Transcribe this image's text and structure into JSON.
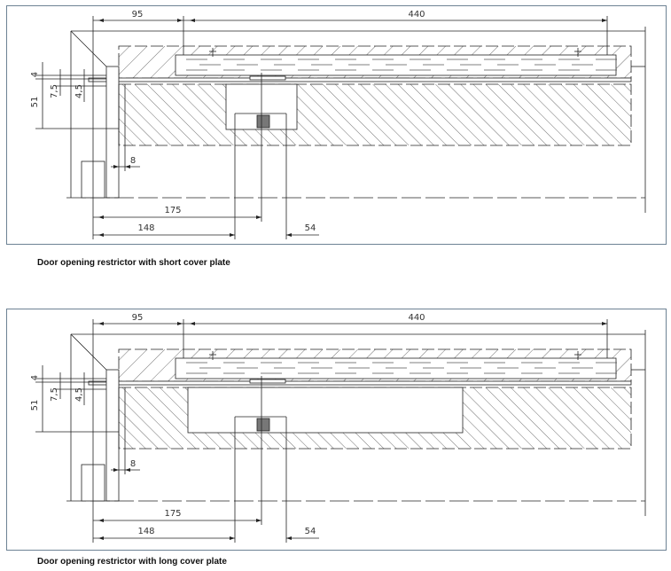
{
  "panels": [
    {
      "caption": "Door opening restrictor with short cover plate",
      "variant": "short",
      "dimensions": {
        "d95": "95",
        "d440": "440",
        "d4": "4",
        "d7_5": "7,5",
        "d4_5": "4,5",
        "d51": "51",
        "d8": "8",
        "d175": "175",
        "d148": "148",
        "d54": "54"
      }
    },
    {
      "caption": "Door opening restrictor with long cover plate",
      "variant": "long",
      "dimensions": {
        "d95": "95",
        "d440": "440",
        "d4": "4",
        "d7_5": "7,5",
        "d4_5": "4,5",
        "d51": "51",
        "d8": "8",
        "d175": "175",
        "d148": "148",
        "d54": "54"
      }
    }
  ],
  "colors": {
    "frame": "#6d8294",
    "line": "#222222"
  }
}
